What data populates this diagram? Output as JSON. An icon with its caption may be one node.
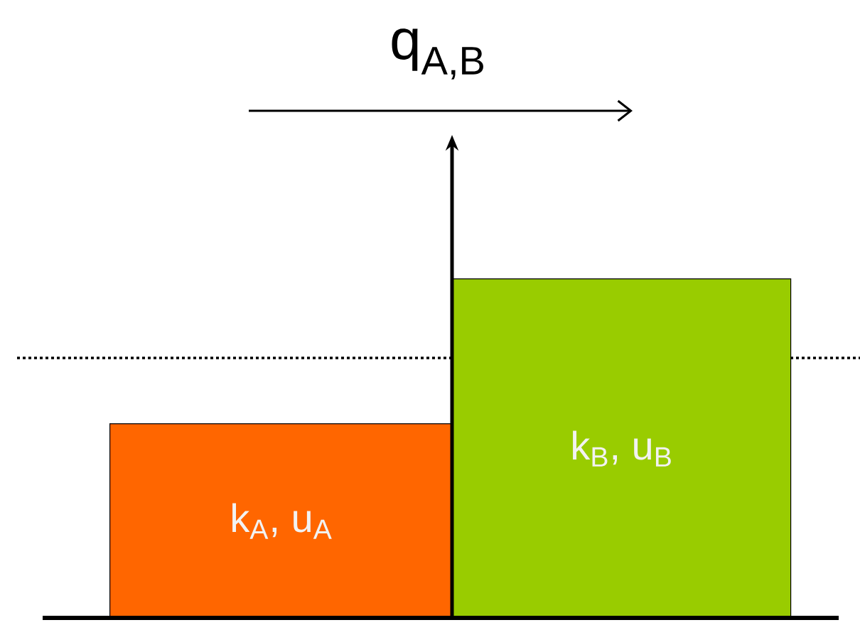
{
  "diagram": {
    "nodes": [
      {
        "text": [
          "k$_{A}$, u$_{A}$"
        ]
      },
      {
        "text": [
          "k$_{B}$, u$_{B}$"
        ]
      }
    ],
    "labels": [
      "q$_{A,B}$"
    ]
  }
}
